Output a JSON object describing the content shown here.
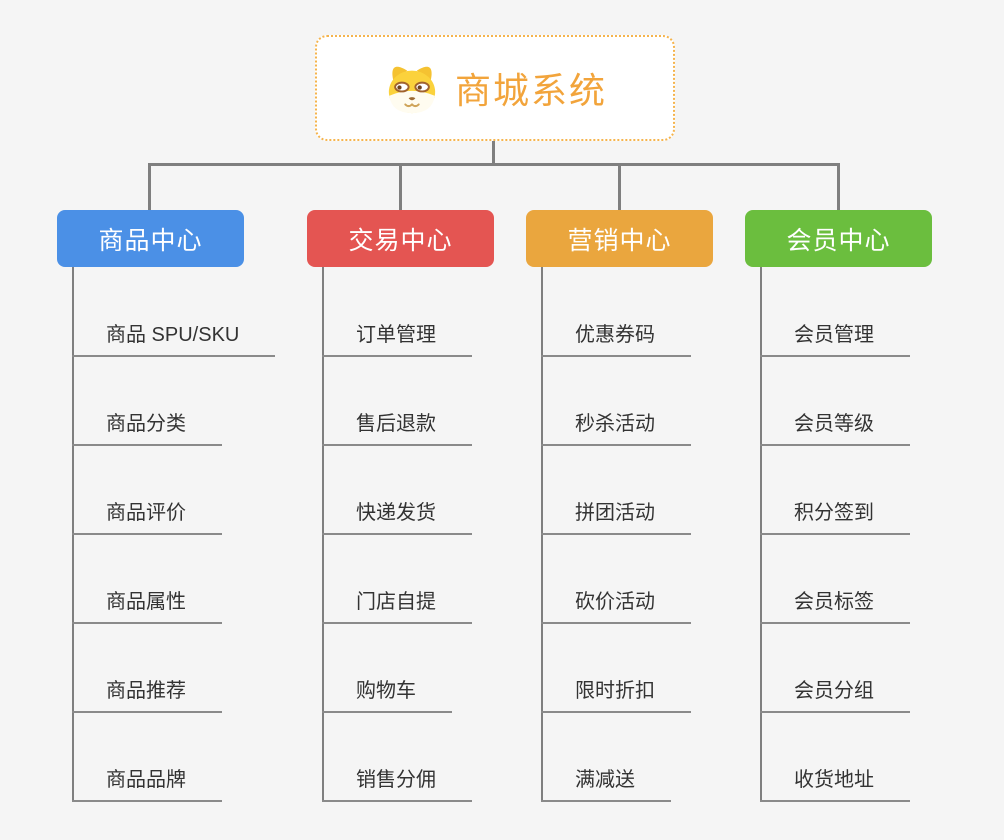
{
  "root": {
    "title": "商城系统",
    "icon": "dog-mascot-icon",
    "accent_color": "#f2a43b",
    "border_color": "#f5b44d"
  },
  "branches": [
    {
      "label": "商品中心",
      "color": "#4b90e6",
      "items": [
        "商品 SPU/SKU",
        "商品分类",
        "商品评价",
        "商品属性",
        "商品推荐",
        "商品品牌"
      ]
    },
    {
      "label": "交易中心",
      "color": "#e45552",
      "items": [
        "订单管理",
        "售后退款",
        "快递发货",
        "门店自提",
        "购物车",
        "销售分佣"
      ]
    },
    {
      "label": "营销中心",
      "color": "#eaa63e",
      "items": [
        "优惠券码",
        "秒杀活动",
        "拼团活动",
        "砍价活动",
        "限时折扣",
        "满减送"
      ]
    },
    {
      "label": "会员中心",
      "color": "#6bbe3e",
      "items": [
        "会员管理",
        "会员等级",
        "积分签到",
        "会员标签",
        "会员分组",
        "收货地址"
      ]
    }
  ],
  "colors": {
    "background": "#f5f5f5",
    "connector_line": "#7f7f7f",
    "underline": "#8a8a8a",
    "leaf_text": "#333333",
    "node_text": "#ffffff"
  }
}
